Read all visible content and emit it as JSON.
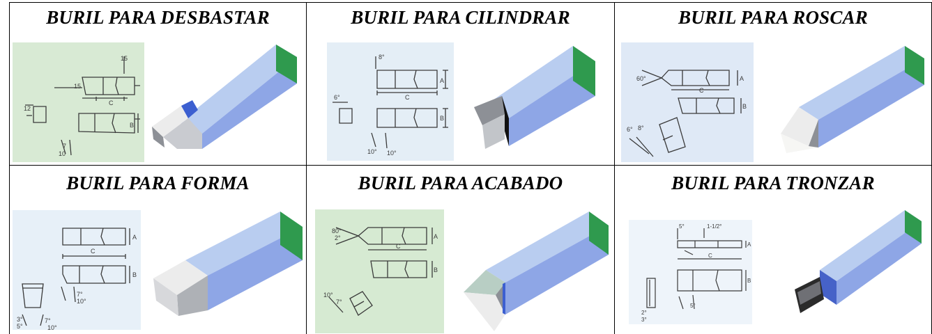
{
  "table": {
    "cells": [
      {
        "title": "BURIL PARA DESBASTAR",
        "drawing_bg": "#d8ead4",
        "tip_style": "angled"
      },
      {
        "title": "BURIL PARA CILINDRAR",
        "drawing_bg": "#e4eef6",
        "tip_style": "round"
      },
      {
        "title": "BURIL PARA ROSCAR",
        "drawing_bg": "#dfe9f6",
        "tip_style": "point"
      },
      {
        "title": "BURIL PARA FORMA",
        "drawing_bg": "#e7f0f8",
        "tip_style": "square"
      },
      {
        "title": "BURIL PARA ACABADO",
        "drawing_bg": "#d6ead2",
        "tip_style": "chisel"
      },
      {
        "title": "BURIL PARA TRONZAR",
        "drawing_bg": "#eef4fa",
        "tip_style": "parting"
      }
    ]
  },
  "colors": {
    "tool_top": "#b9cdf0",
    "tool_side": "#8ea6e6",
    "tool_end": "#2f9a4e",
    "tip_light": "#ececec",
    "tip_dark": "#8d9096",
    "line_art": "#3a3a3a"
  }
}
